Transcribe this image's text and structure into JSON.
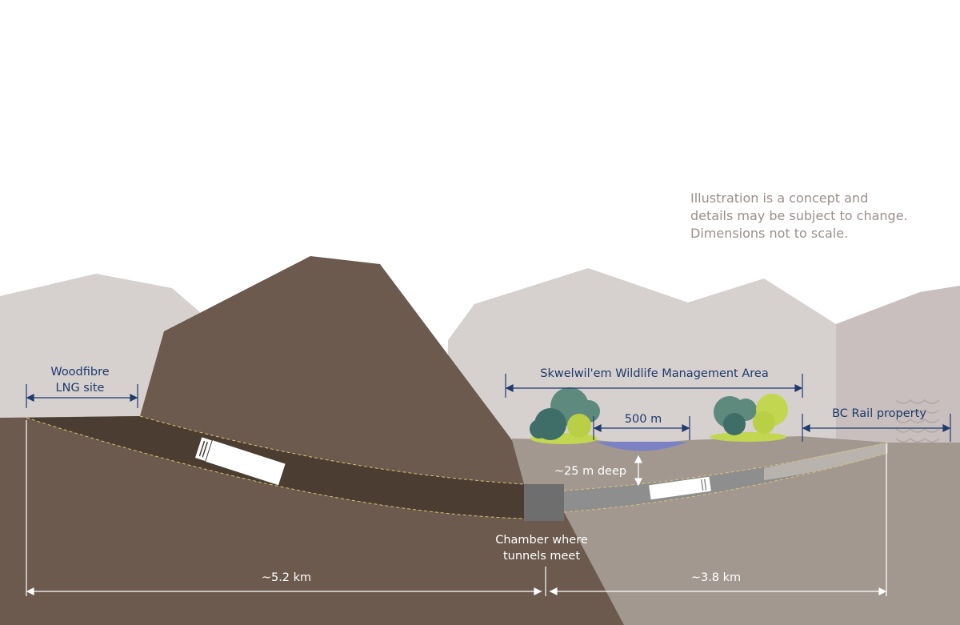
{
  "disclaimer": {
    "line1": "Illustration is a concept and",
    "line2": "details may be subject to change.",
    "line3": "Dimensions not to scale."
  },
  "labels": {
    "woodfibre_line1": "Woodfibre",
    "woodfibre_line2": "LNG site",
    "wildlife_area": "Skwelwil'em Wildlife Management Area",
    "width_500": "500 m",
    "bc_rail": "BC Rail property",
    "depth": "~25 m deep",
    "chamber_line1": "Chamber where",
    "chamber_line2": "tunnels meet",
    "dist_left": "~5.2 km",
    "dist_right": "~3.8 km"
  },
  "colors": {
    "label_blue": "#1f3a6b",
    "mountain_light": "#d6d0cf",
    "mountain_brown": "#6b5a4d",
    "ground_right": "#a29890",
    "tunnel_dark": "#4b3d31",
    "tunnel_gray": "#8e8e8e",
    "water": "#7c82c4"
  }
}
